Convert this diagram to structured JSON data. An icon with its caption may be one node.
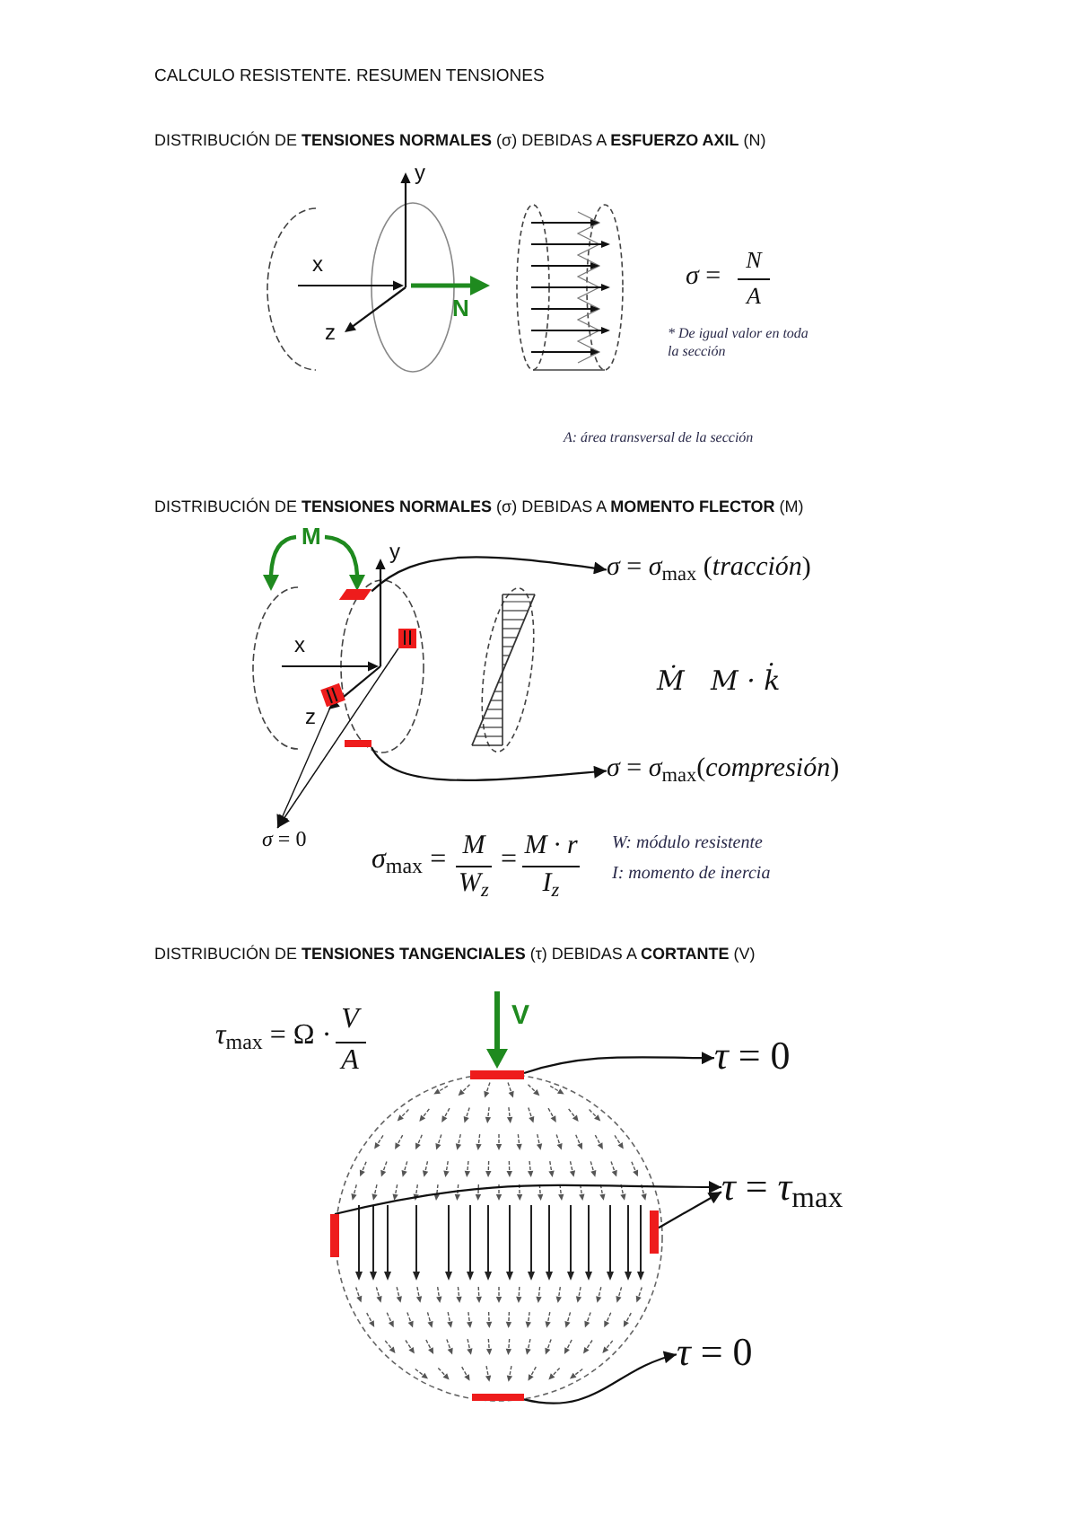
{
  "diagram": {
    "title": "CALCULO RESISTENTE. RESUMEN TENSIONES",
    "nodes": [
      {
        "text": [],
        "shape": "bar"
      },
      {
        "text": [],
        "shape": "box"
      },
      {
        "text": [],
        "shape": "box"
      },
      {
        "text": [],
        "shape": "bar"
      },
      {
        "text": [
          "*σ* = *σ*$_{max}$ (*tracción*)"
        ]
      },
      {
        "text": [
          "*σ* = *σ*$_{max}$(*compresión*)"
        ]
      },
      {
        "text": [
          "*σ* = 0"
        ]
      },
      {
        "text": [],
        "shape": "bar"
      },
      {
        "text": [],
        "shape": "bar"
      },
      {
        "text": [],
        "shape": "bar"
      },
      {
        "text": [],
        "shape": "bar"
      },
      {
        "text": [
          "*τ* = 0"
        ]
      },
      {
        "text": [
          "*τ* = *τ*$_{max}$"
        ]
      },
      {
        "text": [
          "*τ* = 0"
        ]
      }
    ],
    "edges": [
      {
        "from": 0,
        "to": 4,
        "arrow": "to"
      },
      {
        "from": 3,
        "to": 5,
        "arrow": "to"
      },
      {
        "from": 1,
        "to": 6,
        "arrow": "to"
      },
      {
        "from": 2,
        "to": 6,
        "arrow": "to"
      },
      {
        "from": 7,
        "to": 11,
        "arrow": "to"
      },
      {
        "from": 8,
        "to": 12,
        "arrow": "to"
      },
      {
        "from": 9,
        "to": 12,
        "arrow": "to"
      },
      {
        "from": 10,
        "to": 13,
        "arrow": "to"
      }
    ],
    "labels": [
      "DISTRIBUCIÓN DE **TENSIONES NORMALES** (σ) DEBIDAS A **ESFUERZO AXIL** (N)",
      "y",
      "x",
      "N",
      "z",
      "*σ* =",
      "N",
      "A",
      "* De igual valor en toda la sección",
      "A: área transversal de la sección",
      "DISTRIBUCIÓN DE **TENSIONES NORMALES** (σ) DEBIDAS A **MOMENTO FLECTOR** (M)",
      "M",
      "y",
      "x",
      "z",
      "Ṁ",
      "M · k̇",
      "*σ*$_{max}$ =",
      "M",
      "W$_{z}$",
      "=",
      "M · r",
      "I$_{z}$",
      "W: módulo resistente",
      "I: momento de inercia",
      "DISTRIBUCIÓN DE **TENSIONES TANGENCIALES** (τ) DEBIDAS A **CORTANTE** (V)",
      "*τ*$_{max}$ = Ω ·",
      "V",
      "A",
      "V"
    ]
  }
}
